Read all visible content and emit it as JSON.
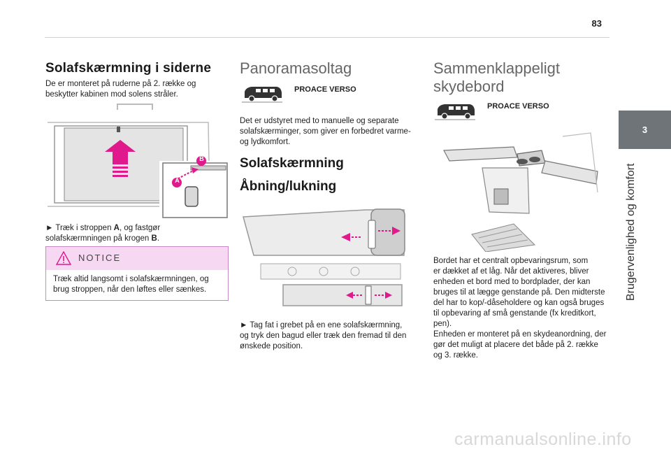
{
  "page_number": "83",
  "side_tab": {
    "number": "3",
    "label": "Brugervenlighed og komfort"
  },
  "col1": {
    "title": "Solafskærmning i siderne",
    "intro": [
      "De er monteret på ruderne på 2. række og",
      "beskytter kabinen mod solens stråler."
    ],
    "callout_a": "A",
    "callout_b": "B",
    "step_prefix": "► Træk i stroppen ",
    "step_a": "A",
    "step_mid": ", og fastgør",
    "step_line2_prefix": "solafskærmningen på krogen ",
    "step_b": "B",
    "step_end": ".",
    "notice_title": "NOTICE",
    "notice_text": [
      "Træk altid langsomt i solafskærmningen, og",
      "brug stroppen, når den løftes eller sænkes."
    ]
  },
  "col2": {
    "title": "Panoramasoltag",
    "car_label": "PROACE VERSO",
    "intro": [
      "Det er udstyret med to manuelle og separate",
      "solafskærminger, som giver en forbedret varme-",
      "og lydkomfort."
    ],
    "sub1": "Solafskærmning",
    "sub2": "Åbning/lukning",
    "step": [
      "► Tag fat i grebet på en ene solafskærmning,",
      "og tryk den bagud eller træk den fremad til den",
      "ønskede position."
    ]
  },
  "col3": {
    "title": [
      "Sammenklappeligt",
      "skydebord"
    ],
    "car_label": "PROACE VERSO",
    "body": [
      "Bordet har et centralt opbevaringsrum, som",
      "er dækket af et låg. Når det aktiveres, bliver",
      "enheden et bord med to bordplader, der kan",
      "bruges til at lægge genstande på. Den midterste",
      "del har to kop/-dåseholdere og kan også bruges",
      "til opbevaring af små genstande (fx kreditkort,",
      "pen).",
      "Enheden er monteret på en skydeanordning, der",
      "gør det muligt at placere det både på 2. række",
      "og 3. række."
    ]
  },
  "watermark": "carmanualsonline.info",
  "colors": {
    "accent": "#e0198c",
    "tab": "#6e7478",
    "notice_bg": "#f7d8f2"
  }
}
